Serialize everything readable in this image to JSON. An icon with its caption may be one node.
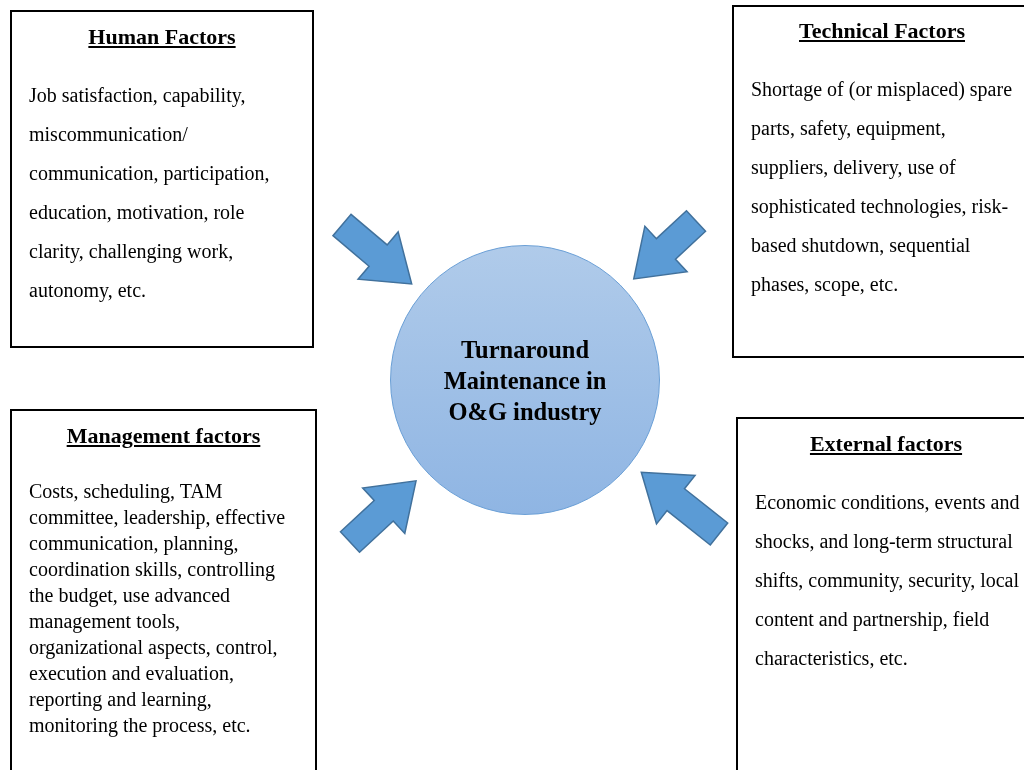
{
  "diagram": {
    "nodes": [
      {
        "text": [
          "Human Factors",
          "Job satisfaction, capability, miscommunication/ communication, participation, education, motivation, role clarity, challenging work, autonomy, etc."
        ]
      },
      {
        "text": [
          "Technical Factors",
          "Shortage of (or misplaced) spare parts, safety, equipment, suppliers, delivery, use of sophisticated technologies, risk-based shutdown, sequential phases, scope, etc."
        ]
      },
      {
        "text": [
          "Turnaround Maintenance in O&G industry"
        ]
      },
      {
        "text": [
          "Management factors",
          "Costs, scheduling, TAM committee, leadership, effective communication, planning, coordination skills, controlling the budget,  use advanced management tools, organizational aspects, control, execution and evaluation, reporting and learning, monitoring the process, etc."
        ]
      },
      {
        "text": [
          "External factors",
          "Economic conditions, events and shocks, and long-term structural shifts, community, security, local content and partnership, field characteristics, etc."
        ]
      }
    ],
    "edges": [
      {
        "from": 0,
        "to": 2,
        "arrow": "to",
        "style": "thick"
      },
      {
        "from": 1,
        "to": 2,
        "arrow": "to",
        "style": "thick"
      },
      {
        "from": 3,
        "to": 2,
        "arrow": "to",
        "style": "thick"
      },
      {
        "from": 4,
        "to": 2,
        "arrow": "to",
        "style": "thick"
      }
    ]
  }
}
